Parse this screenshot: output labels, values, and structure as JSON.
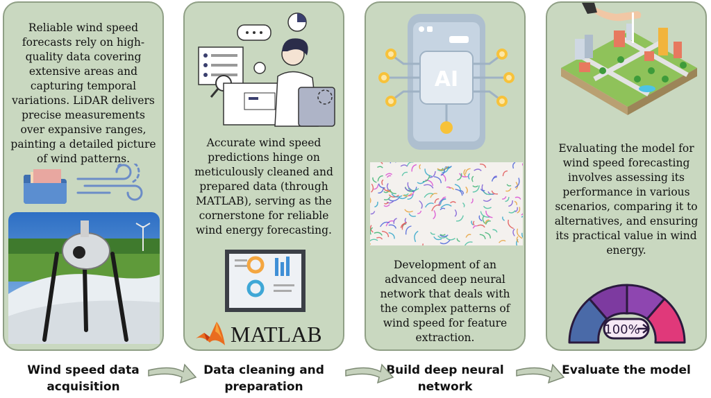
{
  "panels": [
    {
      "text": "Reliable wind speed forecasts rely on high-quality data covering extensive areas and capturing temporal variations. LiDAR delivers precise measurements over expansive ranges, painting a detailed picture of wind patterns.",
      "step": "Wind speed data acquisition"
    },
    {
      "text": "Accurate wind speed predictions hinge on meticulously cleaned and prepared data (through MATLAB), serving as the cornerstone for reliable wind energy forecasting.",
      "step": "Data cleaning and preparation",
      "logo_text": "MATLAB"
    },
    {
      "text": "Development of an advanced deep neural network that deals with the complex patterns of wind speed for feature extraction.",
      "step": "Build deep neural network",
      "ai_label": "AI"
    },
    {
      "text": "Evaluating the model  for wind speed forecasting involves assessing its performance in various scenarios, comparing it to alternatives, and ensuring its practical value in wind energy.",
      "step": "Evaluate the model",
      "gauge_label": "100%"
    }
  ],
  "colors": {
    "panel_bg": "#c9d8c0",
    "panel_border": "#8f9f85",
    "arrow": "#c6d2bd",
    "gauge_blue": "#4a6aa8",
    "gauge_purple": "#7d3aa0",
    "gauge_pink": "#e0397a"
  }
}
